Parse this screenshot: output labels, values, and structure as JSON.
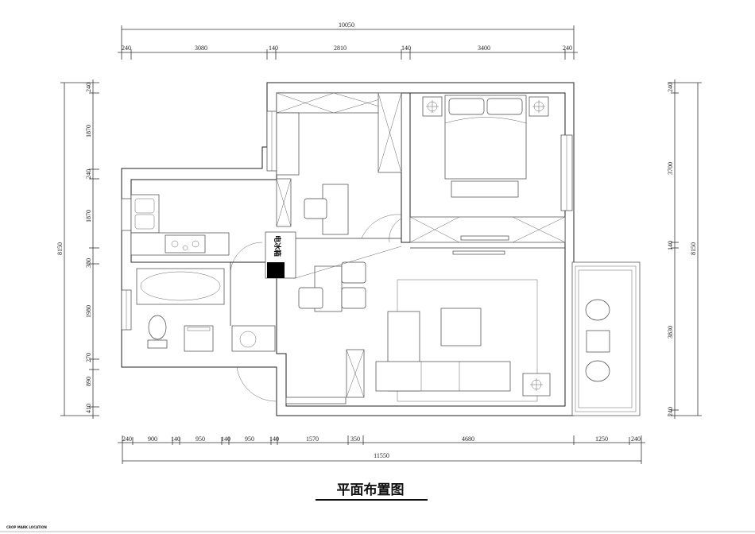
{
  "title": "平面布置图",
  "crop_mark": "CROP MARK LOCATION",
  "fridge_label": "电冰箱",
  "dims": {
    "top": {
      "total": "10050",
      "segments": [
        "240",
        "3080",
        "140",
        "2810",
        "140",
        "3400",
        "240"
      ]
    },
    "bottom": {
      "total": "11550",
      "segments": [
        "240",
        "900",
        "140",
        "950",
        "140",
        "950",
        "140",
        "1570",
        "350",
        "4680",
        "1250",
        "240"
      ]
    },
    "left": {
      "total": "8150",
      "segments": [
        "240",
        "1870",
        "240",
        "1870",
        "380",
        "1980",
        "270",
        "890",
        "410"
      ]
    },
    "right": {
      "total": "8150",
      "segments": [
        "240",
        "3700",
        "140",
        "3830",
        "240"
      ]
    }
  }
}
